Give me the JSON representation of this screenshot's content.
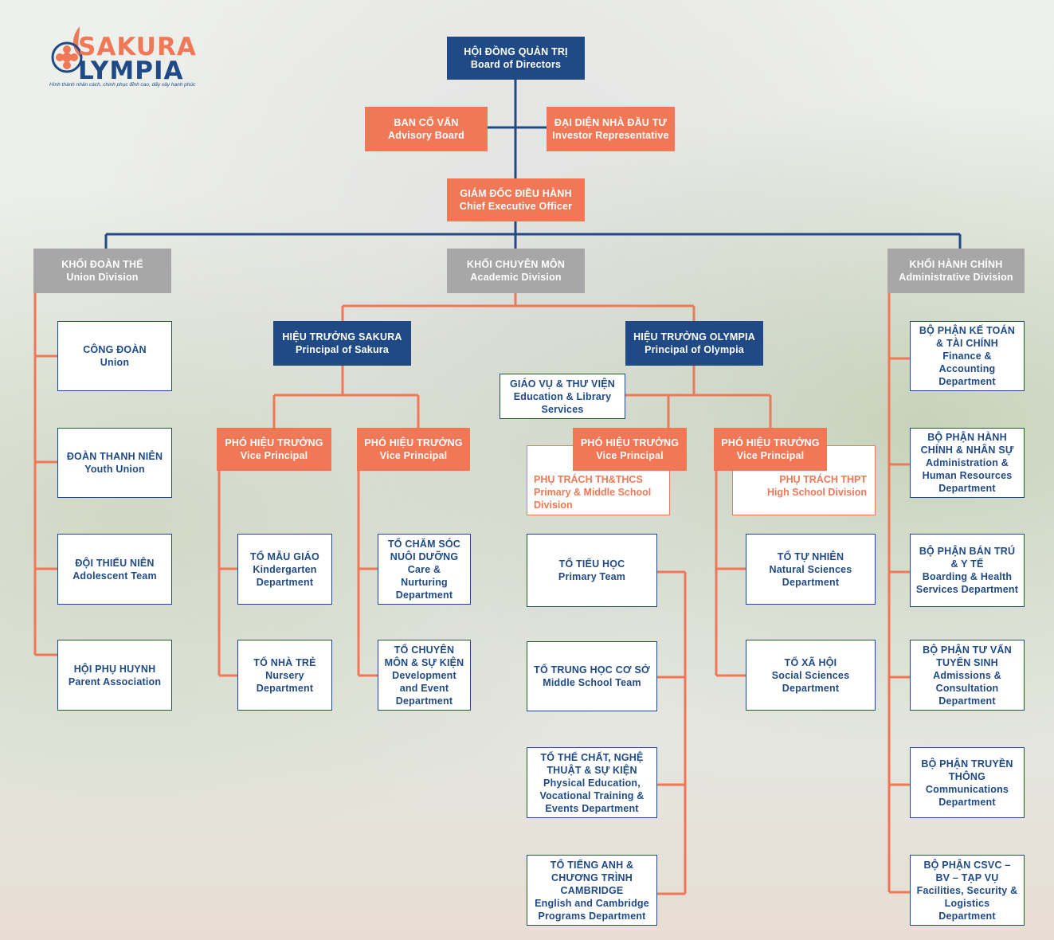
{
  "logo": {
    "line1": "SAKURA",
    "line2": "LYMPIA",
    "tagline": "Hình thành nhân cách, chinh phục đỉnh cao, dấy xây hạnh phúc"
  },
  "board": {
    "vi": "HỘI ĐỒNG QUẢN TRỊ",
    "en": "Board of Directors"
  },
  "advisory": {
    "vi": "BAN CỐ VẤN",
    "en": "Advisory Board"
  },
  "investor": {
    "vi": "ĐẠI DIỆN NHÀ ĐẦU TƯ",
    "en": "Investor Representative"
  },
  "ceo": {
    "vi": "GIÁM ĐỐC ĐIỀU HÀNH",
    "en": "Chief Executive Officer"
  },
  "divisions": {
    "union": {
      "vi": "KHỐI ĐOÀN THỂ",
      "en": "Union Division"
    },
    "academic": {
      "vi": "KHỐI CHUYÊN MÔN",
      "en": "Academic Division"
    },
    "admin": {
      "vi": "KHỐI HÀNH CHÍNH",
      "en": "Administrative  Division"
    }
  },
  "union_items": [
    {
      "vi": "CÔNG ĐOÀN",
      "en": "Union"
    },
    {
      "vi": "ĐOÀN THANH NIÊN",
      "en": "Youth Union"
    },
    {
      "vi": "ĐỘI THIẾU NIÊN",
      "en": "Adolescent Team"
    },
    {
      "vi": "HỘI PHỤ HUYNH",
      "en": "Parent Association"
    }
  ],
  "principal_sakura": {
    "vi": "HIỆU TRƯỞNG SAKURA",
    "en": "Principal of Sakura"
  },
  "principal_olympia": {
    "vi": "HIỆU TRƯỞNG OLYMPIA",
    "en": "Principal of Olympia"
  },
  "library": {
    "l1": "GIÁO VỤ & THƯ VIỆN",
    "l2": "Education  & Library",
    "l3": "Services"
  },
  "vice": {
    "vi": "PHÓ HIỆU TRƯỞNG",
    "en": "Vice Principal"
  },
  "sub_primary": {
    "l1": "PHỤ TRÁCH TH&THCS",
    "l2": "Primary & Middle School",
    "l3": "Division"
  },
  "sub_high": {
    "l1": "PHỤ TRÁCH THPT",
    "l2": "High School Division"
  },
  "sakura_left": [
    {
      "l1": "TỔ MẪU GIÁO",
      "l2": "Kindergarten",
      "l3": "Department"
    },
    {
      "l1": "TỔ NHÀ TRẺ",
      "l2": "Nursery",
      "l3": "Department"
    }
  ],
  "sakura_right": [
    {
      "l1": "TỔ CHĂM SÓC",
      "l2": "NUÔI DƯỠNG",
      "l3": "Care &",
      "l4": "Nurturing",
      "l5": "Department"
    },
    {
      "l1": "TỔ CHUYÊN",
      "l2": "MÔN & SỰ KIỆN",
      "l3": "Development",
      "l4": "and Event",
      "l5": "Department"
    }
  ],
  "primary_teams": [
    {
      "l1": "TỔ TIỂU HỌC",
      "l2": "Primary Team"
    },
    {
      "l1": "TỔ TRUNG HỌC CƠ SỞ",
      "l2": "Middle School Team"
    },
    {
      "l1": "TỔ THỂ CHẤT, NGHỆ",
      "l2": "THUẬT & SỰ KIỆN",
      "l3": "Physical Education,",
      "l4": "Vocational Training &",
      "l5": "Events Department"
    },
    {
      "l1": "TỔ TIẾNG ANH &",
      "l2": "CHƯƠNG TRÌNH",
      "l3": "CAMBRIDGE",
      "l4": "English and Cambridge",
      "l5": "Programs Department"
    }
  ],
  "high_teams": [
    {
      "l1": "TỔ TỰ NHIÊN",
      "l2": "Natural Sciences",
      "l3": "Department"
    },
    {
      "l1": "TỔ XÃ HỘI",
      "l2": "Social Sciences",
      "l3": "Department"
    }
  ],
  "admin_items": [
    {
      "l1": "BỘ PHẬN KẾ TOÁN",
      "l2": "& TÀI CHÍNH",
      "l3": "Finance &",
      "l4": "Accounting",
      "l5": "Department"
    },
    {
      "l1": "BỘ PHẬN HÀNH",
      "l2": "CHÍNH & NHÂN SỰ",
      "l3": "Administration  &",
      "l4": "Human Resources",
      "l5": "Department"
    },
    {
      "l1": "BỘ PHẬN BÁN TRÚ",
      "l2": "& Y TẾ",
      "l3": "Boarding & Health",
      "l4": "Services Department"
    },
    {
      "l1": "BỘ PHẬN TƯ VẤN",
      "l2": "TUYỂN SINH",
      "l3": "Admissions  &",
      "l4": "Consultation",
      "l5": "Department"
    },
    {
      "l1": "BỘ PHẬN TRUYỀN",
      "l2": "THÔNG",
      "l3": "Communications",
      "l4": "Department"
    },
    {
      "l1": "BỘ PHẬN CSVC –",
      "l2": "BV – TẠP VỤ",
      "l3": "Facilities, Security &",
      "l4": "Logistics",
      "l5": "Department"
    }
  ],
  "colors": {
    "navy": "#1f4a86",
    "orange": "#f07856",
    "gray": "#a7a7a7"
  }
}
